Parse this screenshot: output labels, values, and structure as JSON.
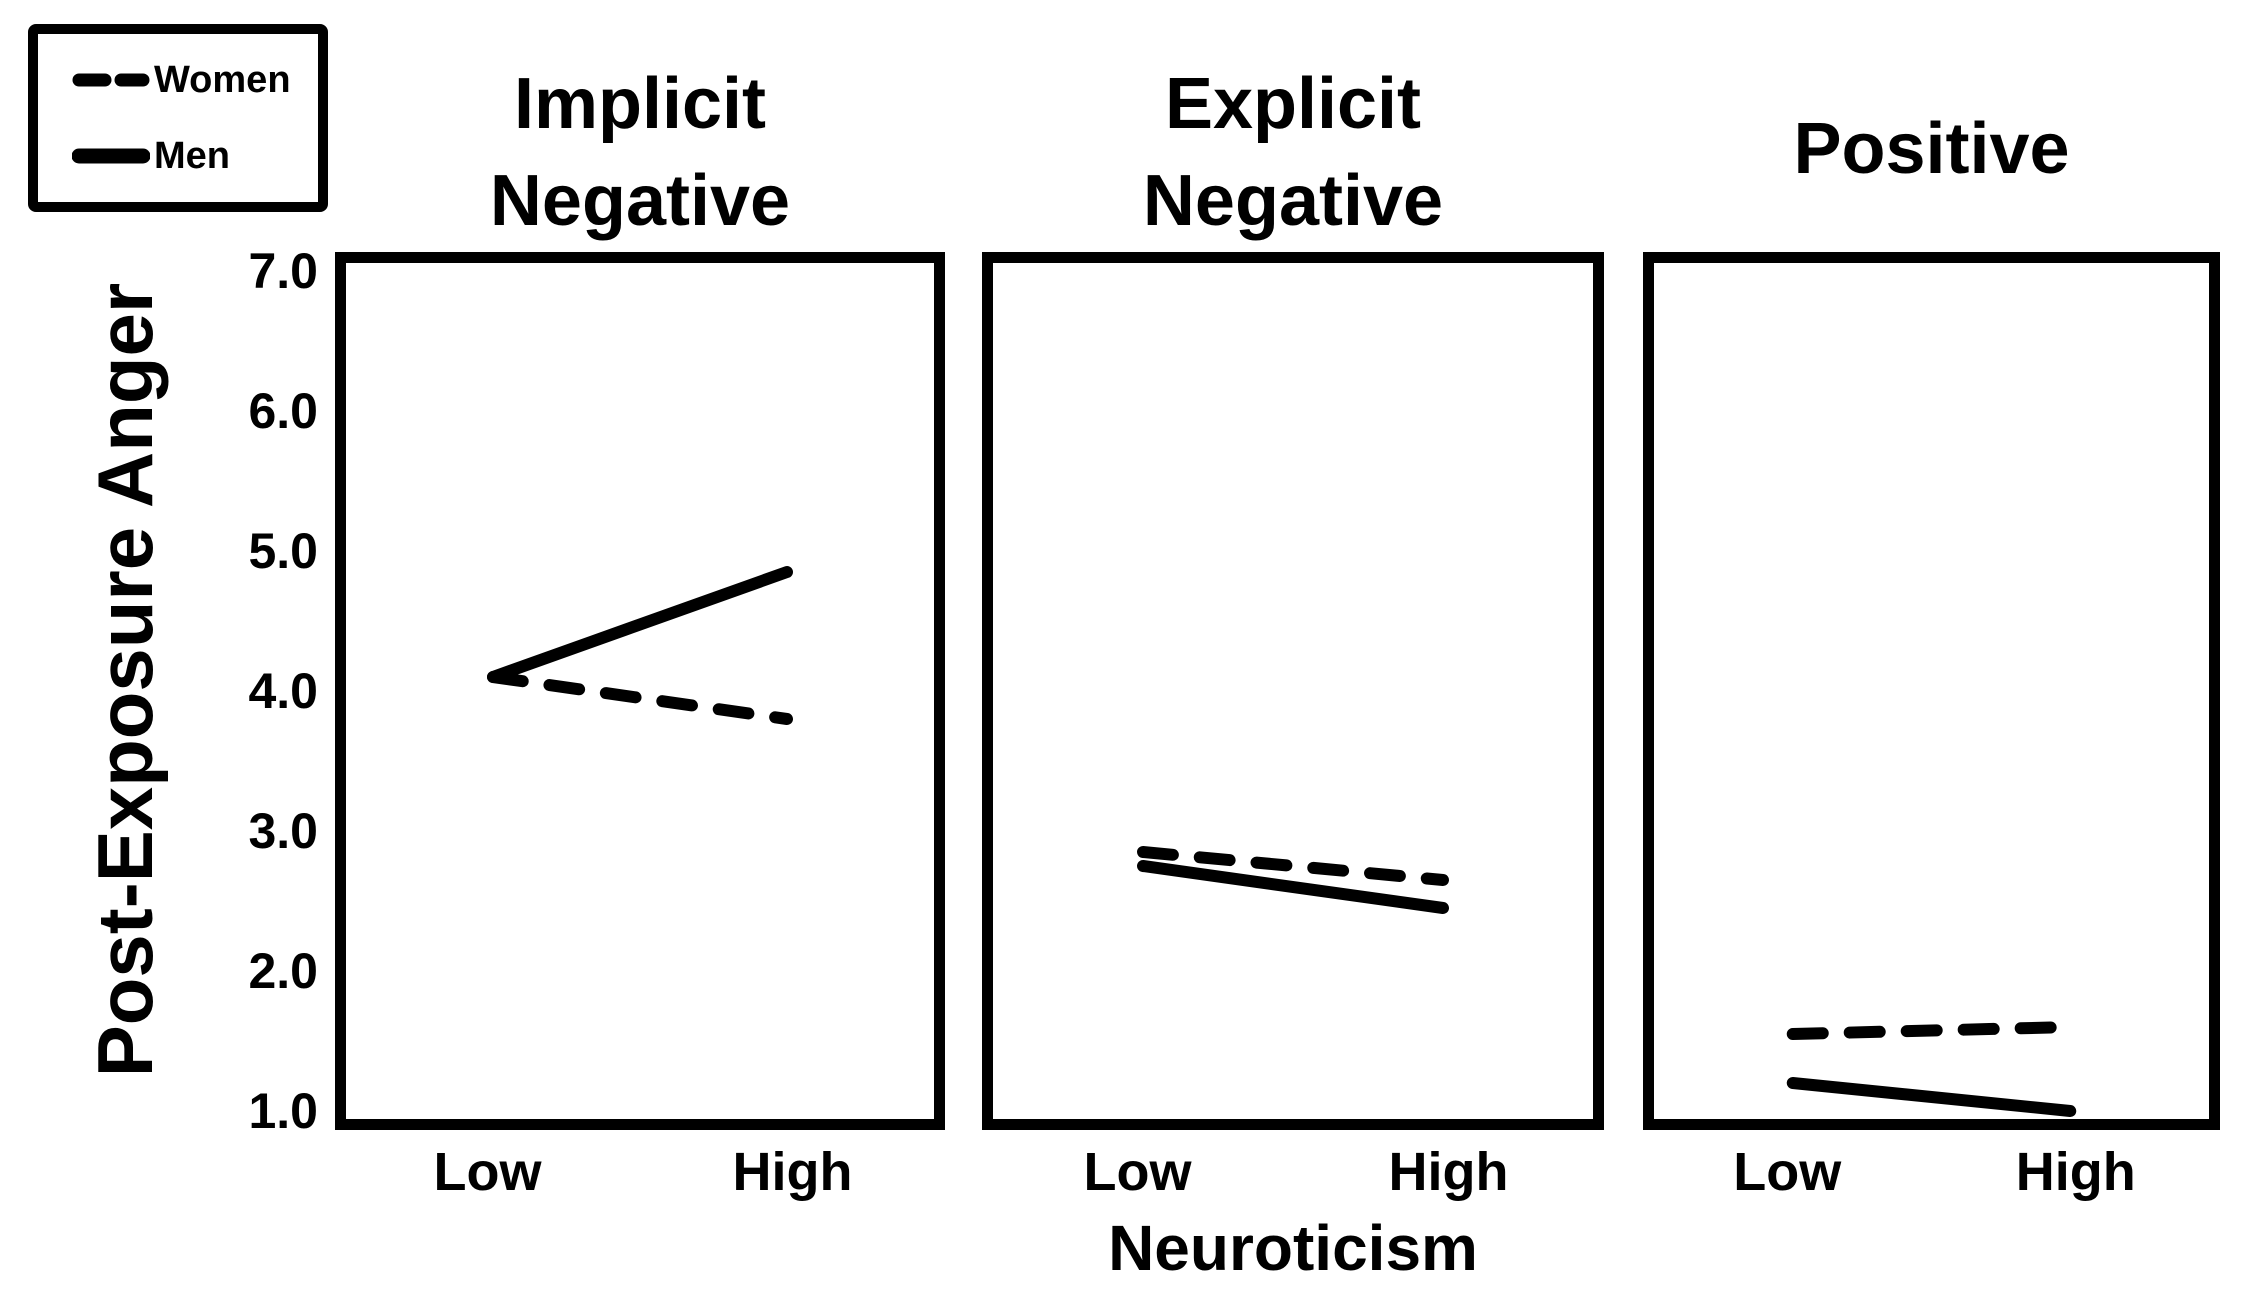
{
  "figure": {
    "y_axis_label": "Post-Exposure Anger",
    "x_axis_label": "Neuroticism",
    "y_ticks": [
      "7.0",
      "6.0",
      "5.0",
      "4.0",
      "3.0",
      "2.0",
      "1.0"
    ],
    "x_tick_labels": [
      "Low",
      "High"
    ],
    "legend": [
      {
        "label": "Women",
        "style": "dashed"
      },
      {
        "label": "Men",
        "style": "solid"
      }
    ],
    "colors": {
      "line": "#000000",
      "background": "#ffffff"
    }
  },
  "chart_data": [
    {
      "type": "line",
      "title": "Implicit\nNegative",
      "x": [
        "Low",
        "High"
      ],
      "xlabel": "Neuroticism",
      "ylabel": "Post-Exposure Anger",
      "ylim": [
        1.0,
        7.0
      ],
      "grid": false,
      "series": [
        {
          "name": "Women",
          "style": "dashed",
          "values": [
            4.1,
            3.8
          ]
        },
        {
          "name": "Men",
          "style": "solid",
          "values": [
            4.1,
            4.85
          ]
        }
      ]
    },
    {
      "type": "line",
      "title": "Explicit\nNegative",
      "x": [
        "Low",
        "High"
      ],
      "xlabel": "Neuroticism",
      "ylabel": "Post-Exposure Anger",
      "ylim": [
        1.0,
        7.0
      ],
      "grid": false,
      "series": [
        {
          "name": "Women",
          "style": "dashed",
          "values": [
            2.85,
            2.65
          ]
        },
        {
          "name": "Men",
          "style": "solid",
          "values": [
            2.75,
            2.45
          ]
        }
      ]
    },
    {
      "type": "line",
      "title": "Positive",
      "x": [
        "Low",
        "High"
      ],
      "xlabel": "Neuroticism",
      "ylabel": "Post-Exposure Anger",
      "ylim": [
        1.0,
        7.0
      ],
      "grid": false,
      "series": [
        {
          "name": "Women",
          "style": "dashed",
          "values": [
            1.55,
            1.6
          ]
        },
        {
          "name": "Men",
          "style": "solid",
          "values": [
            1.2,
            1.0
          ]
        }
      ]
    }
  ]
}
